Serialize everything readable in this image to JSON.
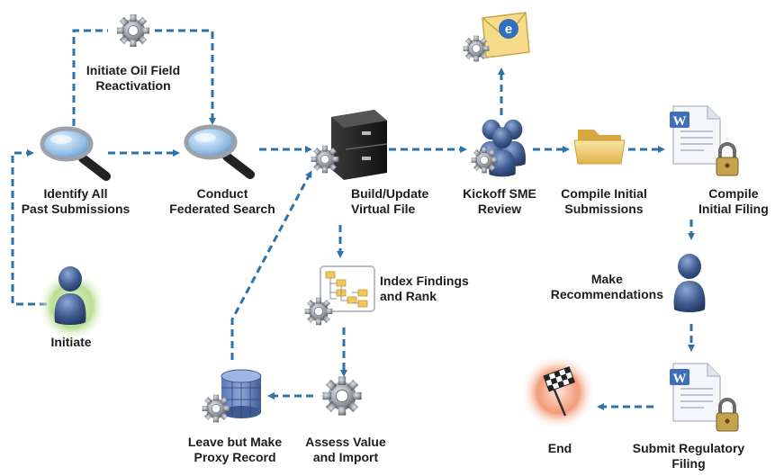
{
  "nodes": {
    "initiate_oil_field": {
      "line1": "Initiate Oil Field",
      "line2": "Reactivation"
    },
    "identify_all": {
      "line1": "Identify All",
      "line2": "Past Submissions"
    },
    "conduct_search": {
      "line1": "Conduct",
      "line2": "Federated Search"
    },
    "build_update": {
      "line1": "Build/Update",
      "line2": "Virtual File"
    },
    "kickoff_sme": {
      "line1": "Kickoff SME",
      "line2": "Review"
    },
    "compile_submissions": {
      "line1": "Compile Initial",
      "line2": "Submissions"
    },
    "compile_filing": {
      "line1": "Compile",
      "line2": "Initial Filing"
    },
    "index_findings": {
      "line1": "Index Findings",
      "line2": "and Rank"
    },
    "make_recommendations": {
      "line1": "Make",
      "line2": "Recommendations"
    },
    "initiate": {
      "line1": "Initiate"
    },
    "leave_proxy": {
      "line1": "Leave but Make",
      "line2": "Proxy Record"
    },
    "assess_value": {
      "line1": "Assess Value",
      "line2": "and Import"
    },
    "end": {
      "line1": "End"
    },
    "submit_filing": {
      "line1": "Submit Regulatory",
      "line2": "Filing"
    }
  },
  "icons": {
    "email_letter": "e",
    "word_doc_letter": "W"
  },
  "colors": {
    "arrow": "#2f72a8",
    "gear": "#8a8f96",
    "person": "#3e5a8e",
    "folder": "#e8c060",
    "magnifier_lens": "#9ec6ea",
    "end_glow": "#e8552f",
    "start_glow": "#9ccd6a"
  }
}
